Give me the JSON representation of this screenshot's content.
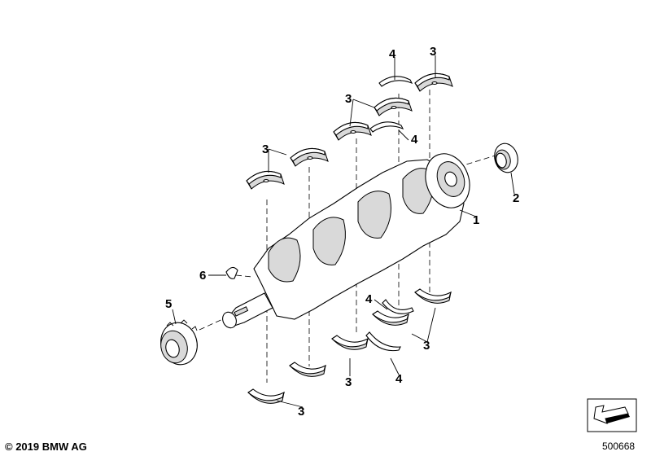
{
  "callouts": {
    "c1": "1",
    "c2": "2",
    "c3": "3",
    "c4": "4",
    "c5": "5",
    "c6": "6"
  },
  "footer": {
    "copyright": "© 2019 BMW AG",
    "diagram_number": "500668"
  }
}
